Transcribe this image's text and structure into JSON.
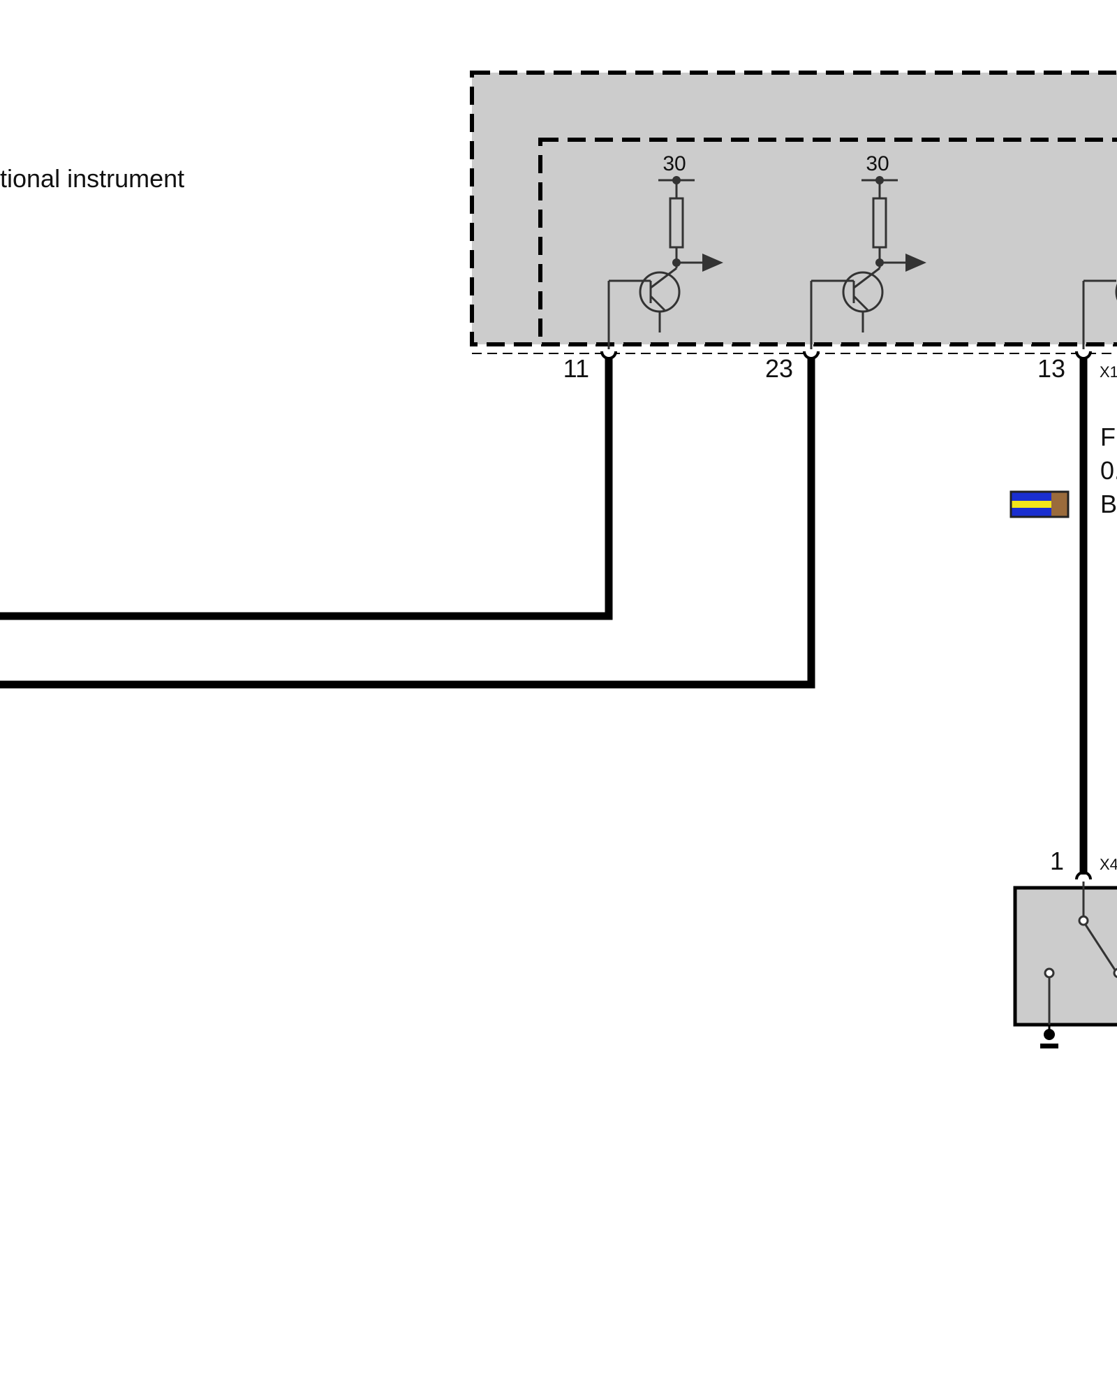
{
  "title_fragment": "tional instrument",
  "supply_labels": [
    "30",
    "30"
  ],
  "pins": {
    "p11": "11",
    "p23": "23",
    "p13": "13",
    "p1": "1"
  },
  "connectors": {
    "top": "X1",
    "bottom": "X4"
  },
  "wire_info_fragments": [
    "F",
    "0.",
    "B"
  ],
  "wire_colors": {
    "stripe_primary": "#1a2fd0",
    "stripe_trace": "#f2e61a",
    "end_cap": "#9a6b3c"
  },
  "colors": {
    "module_fill": "#cccccc",
    "wire": "#000000"
  }
}
